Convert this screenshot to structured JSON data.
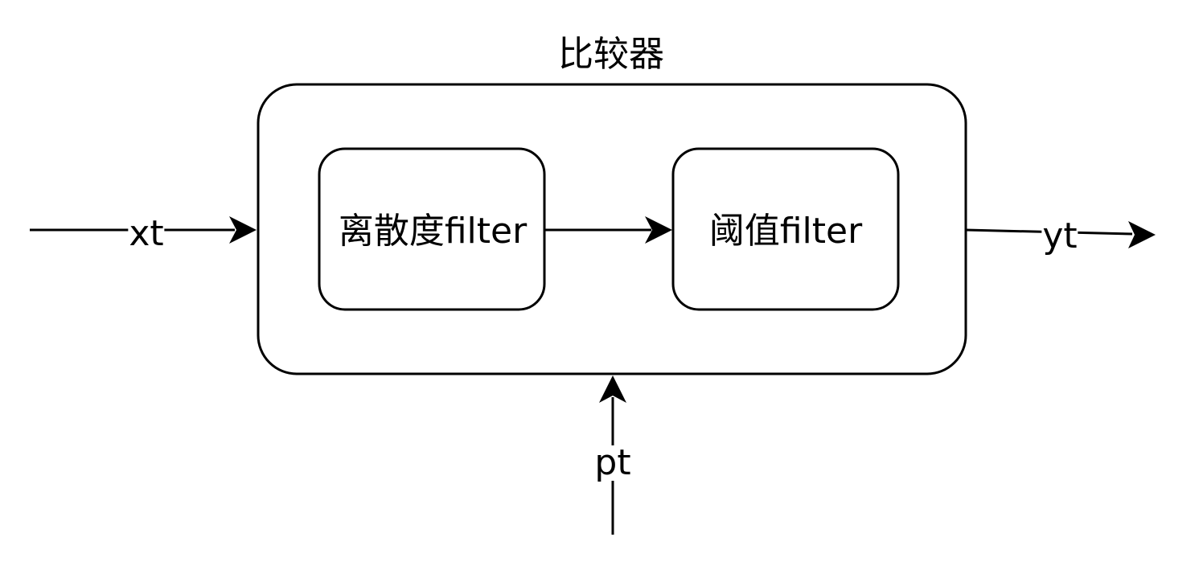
{
  "diagram": {
    "title": "比较器",
    "blocks": [
      {
        "id": "dispersion",
        "label": "离散度filter"
      },
      {
        "id": "threshold",
        "label": "阈值filter"
      }
    ],
    "edges": [
      {
        "from": "input",
        "to": "comparator",
        "label": "xt"
      },
      {
        "from": "dispersion",
        "to": "threshold",
        "label": ""
      },
      {
        "from": "comparator",
        "to": "output",
        "label": "yt"
      },
      {
        "from": "param",
        "to": "comparator",
        "label": "pt"
      }
    ],
    "colors": {
      "stroke": "#000000",
      "fill": "#ffffff",
      "background": "#ffffff"
    }
  }
}
